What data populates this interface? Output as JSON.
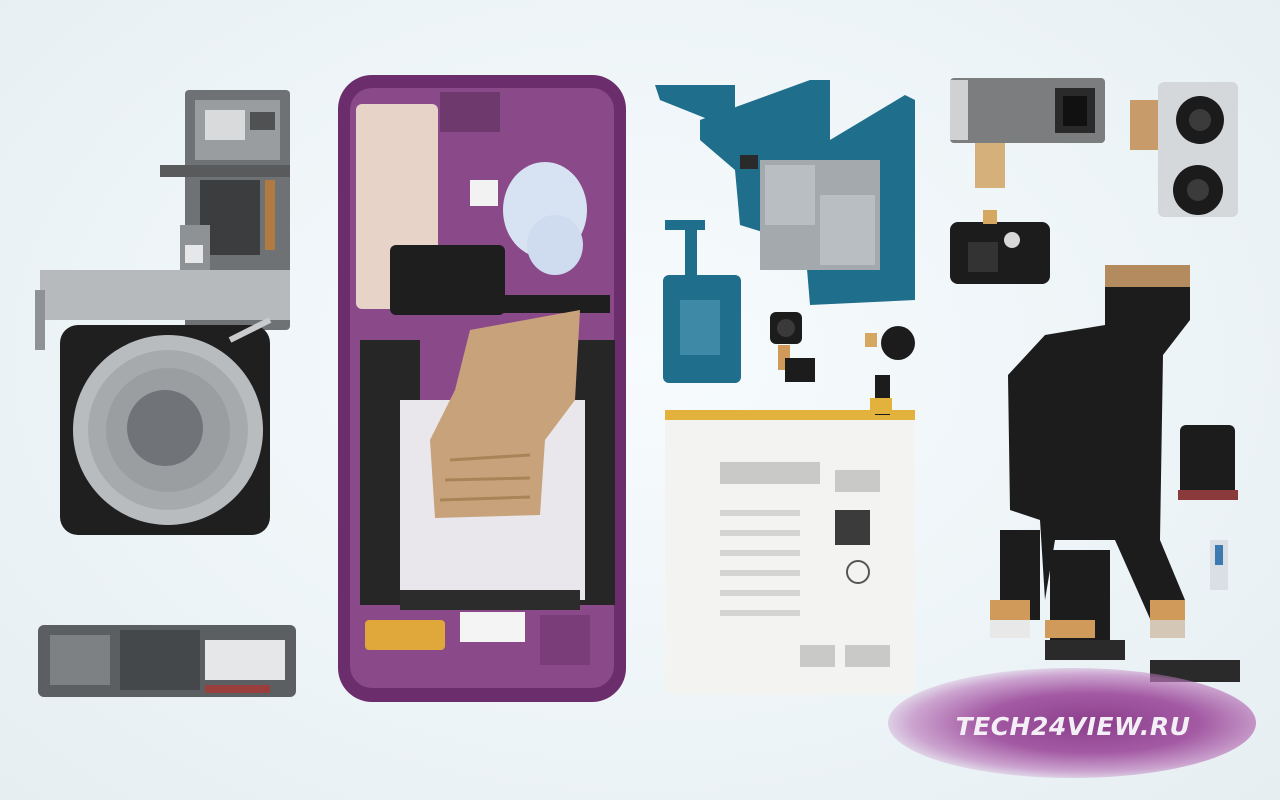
{
  "watermark": {
    "text": "TECH24VIEW.RU",
    "color": "#f4eef6",
    "background": "#9b4f9b"
  },
  "colors": {
    "frame_purple": "#6b2d6b",
    "frame_inner": "#8a4a8a",
    "pcb_blue": "#1f6e8c",
    "battery_white": "#f3f3f1",
    "copper": "#c8a27a",
    "flex_black": "#1c1c1c",
    "battery_tape": "#e3b23c"
  },
  "components": [
    "wireless-charging-coil",
    "top-bracket",
    "bottom-speaker-module",
    "midframe",
    "copper-heat-pipe",
    "main-logic-board",
    "sub-board",
    "front-camera",
    "vibration-motor",
    "battery",
    "main-camera-module",
    "periscope-camera-module",
    "earpiece",
    "main-flex-cable",
    "sim-tray"
  ]
}
